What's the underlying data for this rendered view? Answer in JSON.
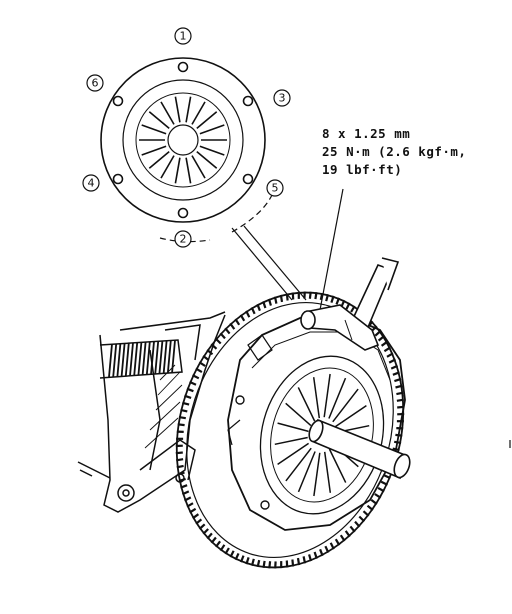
{
  "callouts": {
    "seq_1": "1",
    "seq_2": "2",
    "seq_3": "3",
    "seq_4": "4",
    "seq_5": "5",
    "seq_6": "6"
  },
  "spec": {
    "line1": "8 x 1.25 mm",
    "line2": "25 N·m (2.6 kgf·m,",
    "line3": "19 lbf·ft)"
  }
}
